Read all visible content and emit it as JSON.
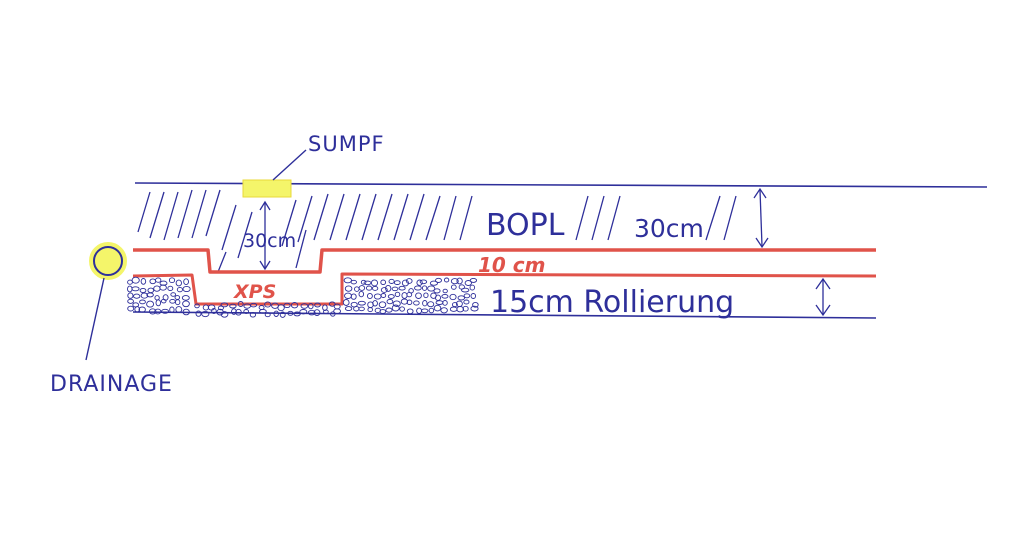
{
  "colors": {
    "ink_blue": "#2e2f9a",
    "insulation_red": "#e0534a",
    "highlight_yellow": "#f4f56a"
  },
  "labels": {
    "sump": "SUMPF",
    "sump_depth": "30cm",
    "slab": "BOPL",
    "slab_thickness": "30cm",
    "xps_thickness": "10 cm",
    "xps": "XPS",
    "gravel": "15cm Rollierung",
    "drainage": "DRAINAGE"
  }
}
